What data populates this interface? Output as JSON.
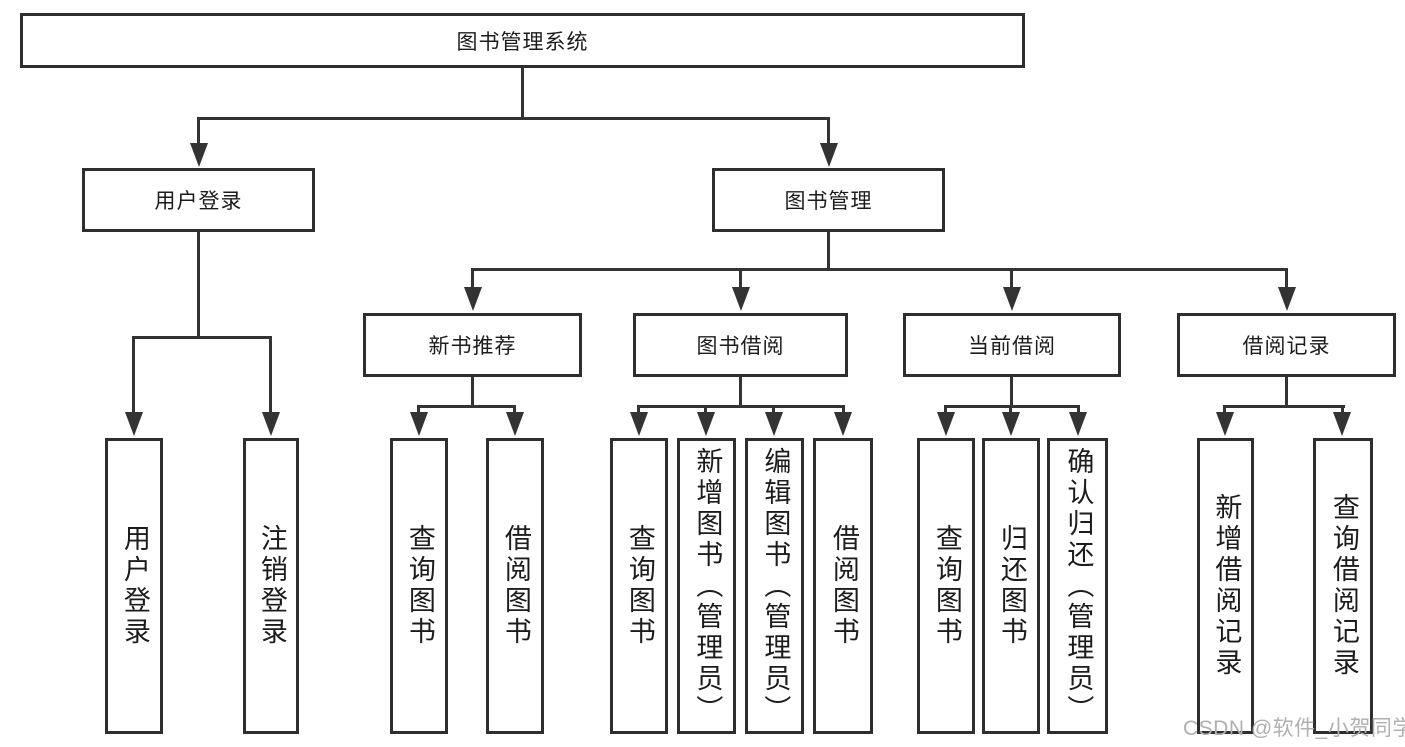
{
  "diagram": {
    "type": "hierarchy-tree",
    "tree": {
      "label": "图书管理系统",
      "children": [
        {
          "label": "用户登录",
          "children": [
            {
              "label": "用户登录"
            },
            {
              "label": "注销登录"
            }
          ]
        },
        {
          "label": "图书管理",
          "children": [
            {
              "label": "新书推荐",
              "children": [
                {
                  "label": "查询图书"
                },
                {
                  "label": "借阅图书"
                }
              ]
            },
            {
              "label": "图书借阅",
              "children": [
                {
                  "label": "查询图书"
                },
                {
                  "label": "新增图书（管理员）"
                },
                {
                  "label": "编辑图书（管理员）"
                },
                {
                  "label": "借阅图书"
                }
              ]
            },
            {
              "label": "当前借阅",
              "children": [
                {
                  "label": "查询图书"
                },
                {
                  "label": "归还图书"
                },
                {
                  "label": "确认归还（管理员）"
                }
              ]
            },
            {
              "label": "借阅记录",
              "children": [
                {
                  "label": "新增借阅记录"
                },
                {
                  "label": "查询借阅记录"
                }
              ]
            }
          ]
        }
      ]
    },
    "colors": {
      "background": "#ffffff",
      "box_border": "#2e2e2e",
      "connector_line": "#333333",
      "text": "#1c1c1c",
      "watermark_text": "#b0b0b0"
    }
  },
  "watermark": {
    "text": "CSDN @软件_小贺同学"
  }
}
